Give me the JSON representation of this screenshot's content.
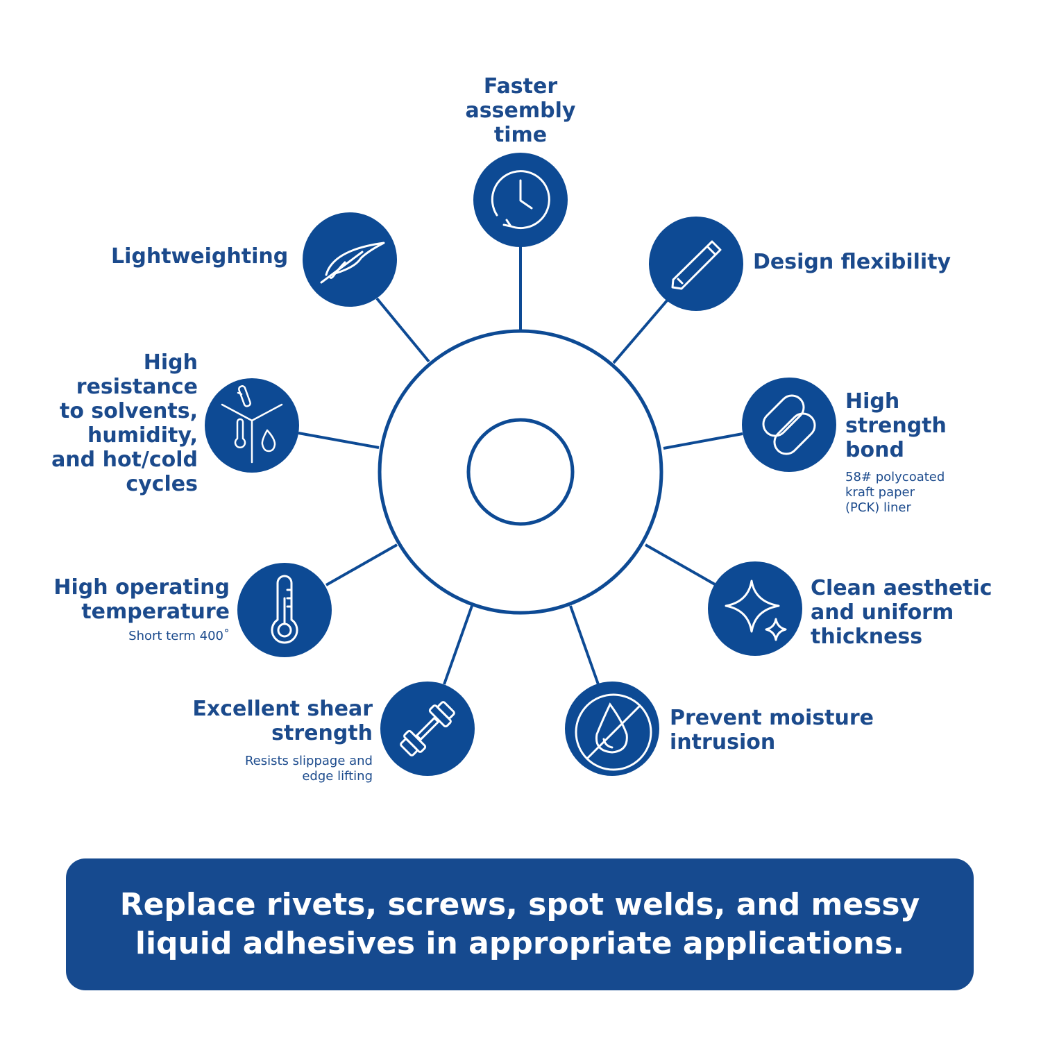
{
  "colors": {
    "brand_blue": "#0d4a94",
    "text_blue": "#1b4a8c",
    "banner_blue": "#164a8f",
    "background": "#ffffff"
  },
  "features": {
    "faster_assembly": {
      "label": "Faster\nassembly\ntime",
      "icon": "clock-icon"
    },
    "design_flexibility": {
      "label": "Design flexibility",
      "icon": "pencil-icon"
    },
    "high_strength_bond": {
      "label": "High\nstrength\nbond",
      "note": "58# polycoated\nkraft paper\n(PCK) liner",
      "icon": "chain-link-icon"
    },
    "clean_aesthetic": {
      "label": "Clean aesthetic\nand uniform\nthickness",
      "icon": "sparkle-icon"
    },
    "prevent_moisture": {
      "label": "Prevent moisture\nintrusion",
      "icon": "no-water-drop-icon"
    },
    "excellent_shear": {
      "label": "Excellent shear\nstrength",
      "note": "Resists slippage and\nedge lifting",
      "icon": "dumbbell-icon"
    },
    "high_operating_temp": {
      "label": "High operating\ntemperature",
      "note": "Short term 400˚",
      "icon": "thermometer-icon"
    },
    "high_resistance": {
      "label": "High\nresistance\nto solvents,\nhumidity,\nand hot/cold\ncycles",
      "icon": "solvent-humidity-temperature-icon"
    },
    "lightweighting": {
      "label": "Lightweighting",
      "icon": "feather-icon"
    }
  },
  "banner": {
    "text": "Replace rivets, screws, spot welds, and messy\nliquid adhesives in appropriate applications."
  }
}
